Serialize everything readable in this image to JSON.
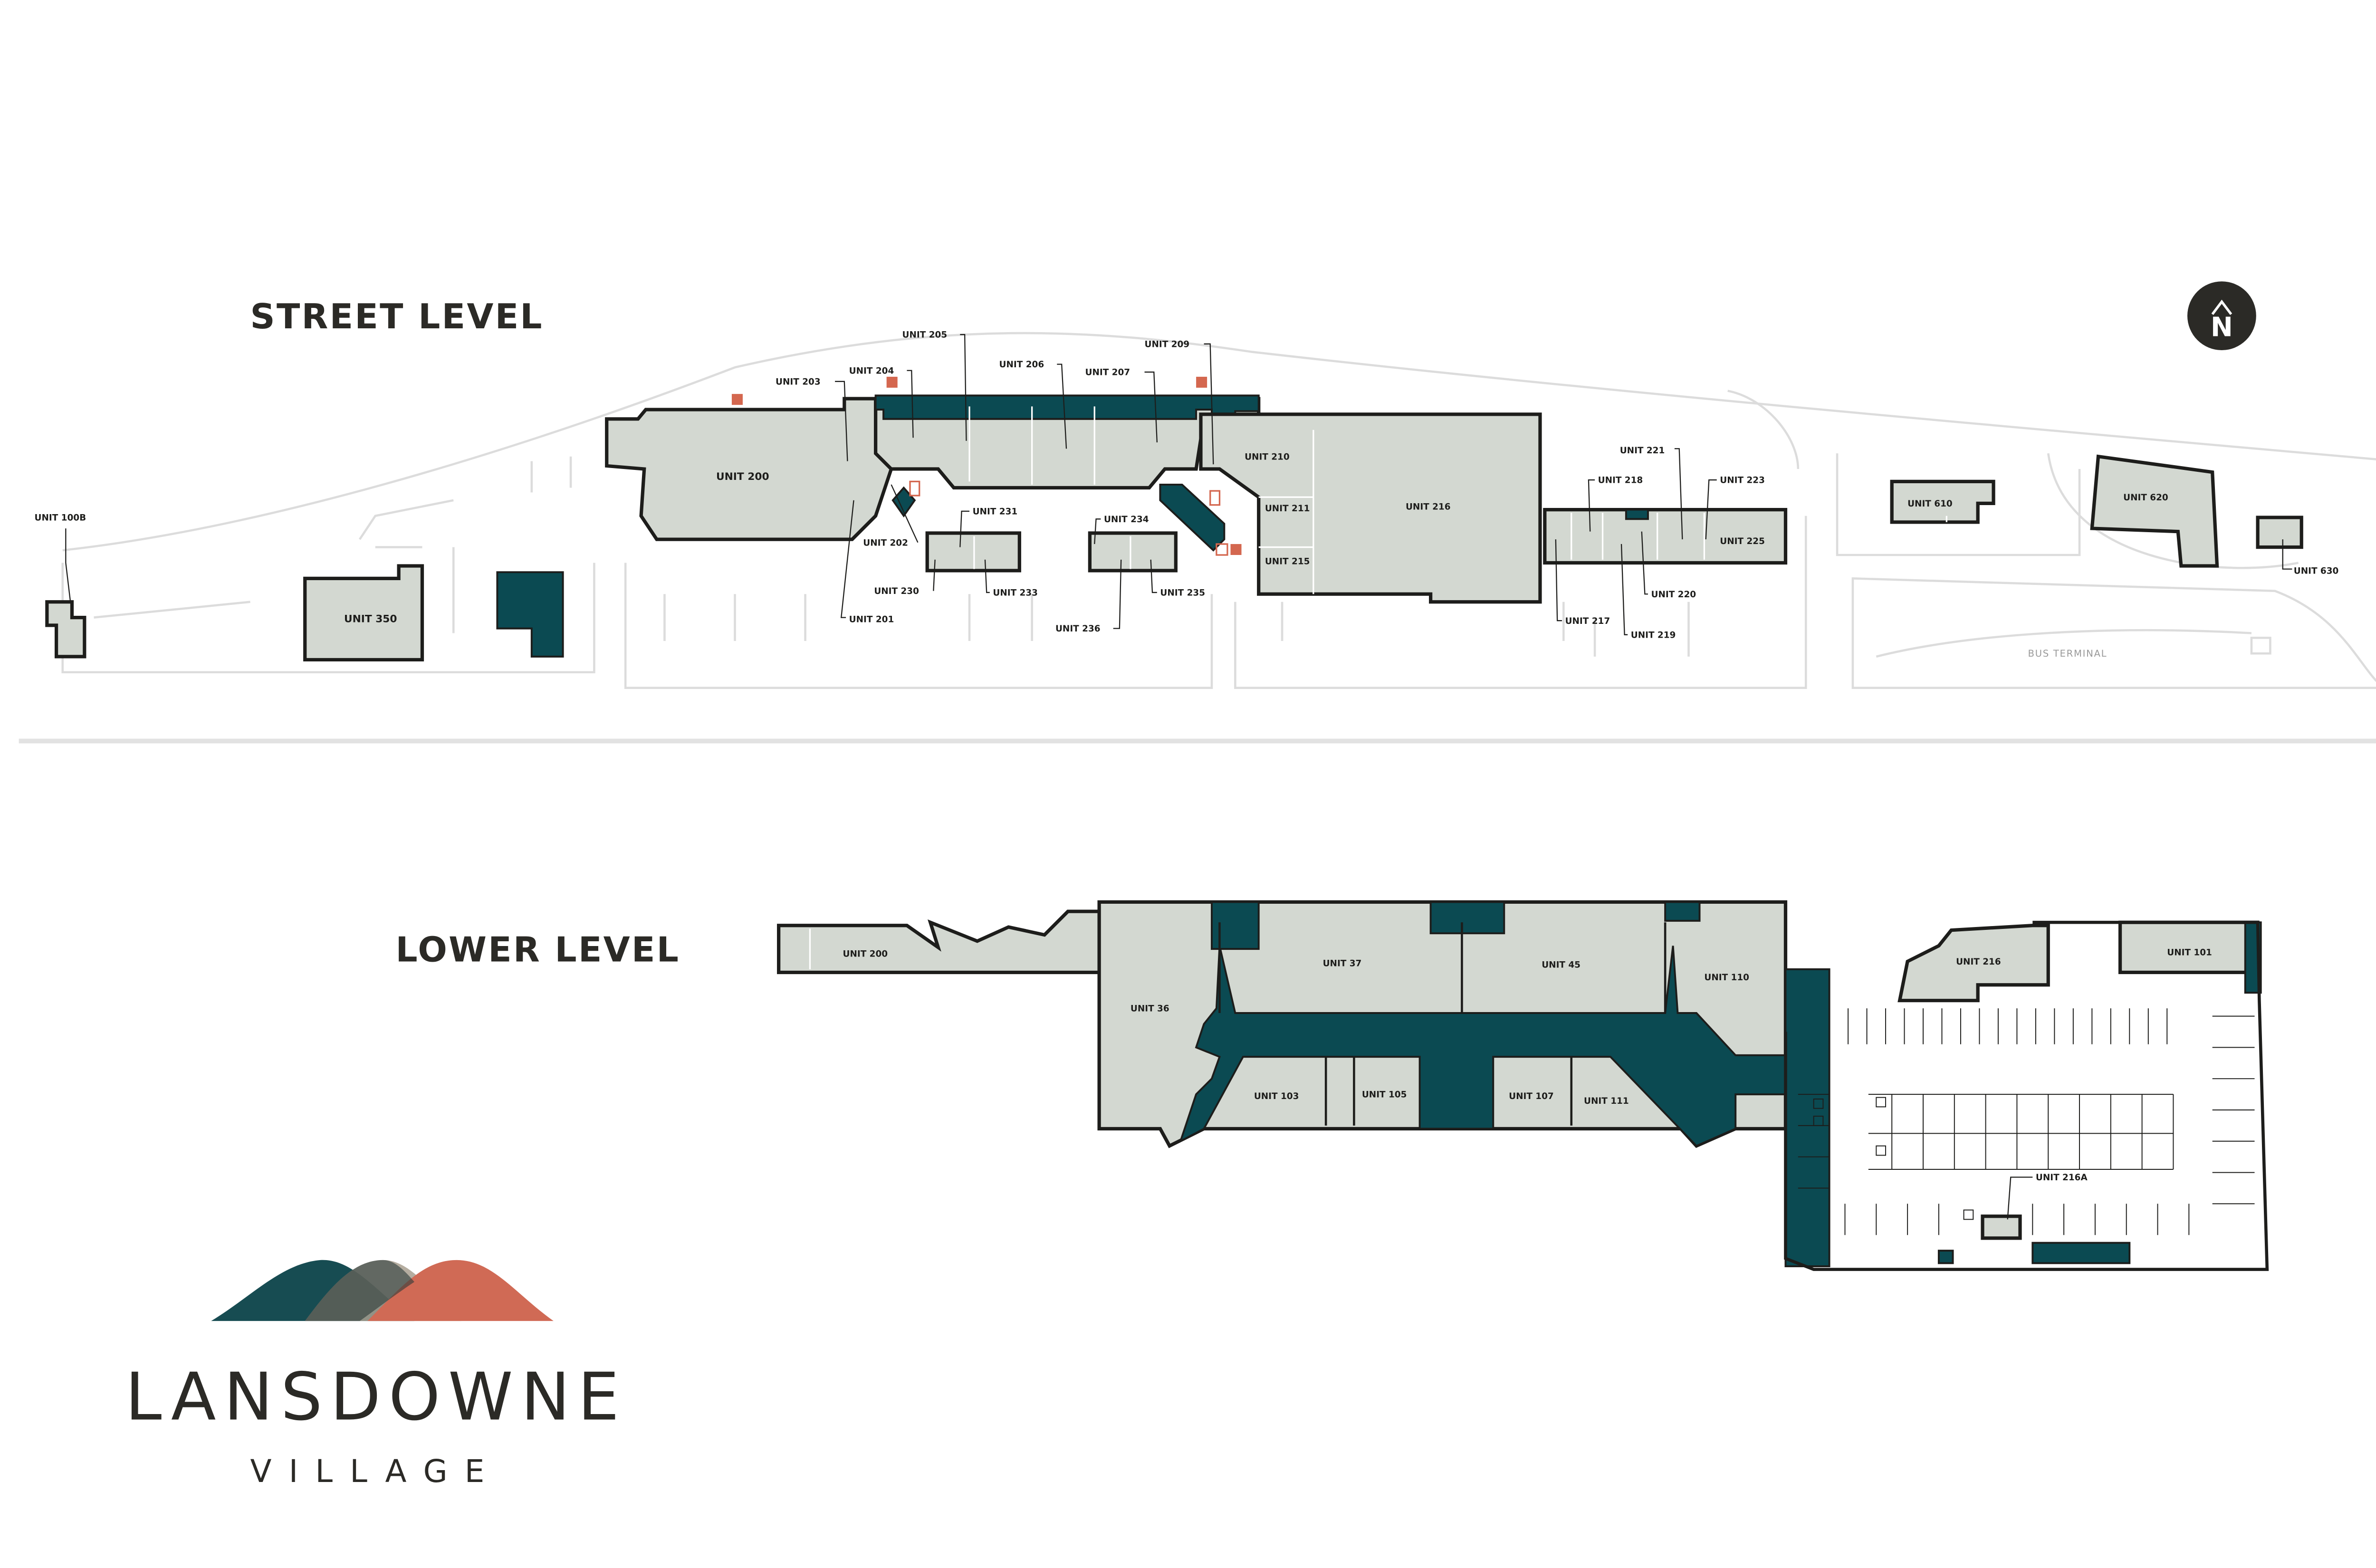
{
  "street_level": {
    "title": "STREET LEVEL",
    "north_label": "N",
    "bus_terminal": "BUS TERMINAL",
    "units": [
      "UNIT 100B",
      "UNIT 350",
      "UNIT 200",
      "UNIT 203",
      "UNIT 204",
      "UNIT 205",
      "UNIT 206",
      "UNIT 207",
      "UNIT 209",
      "UNIT 202",
      "UNIT 201",
      "UNIT 231",
      "UNIT 230",
      "UNIT 233",
      "UNIT 234",
      "UNIT 235",
      "UNIT 236",
      "UNIT 210",
      "UNIT 211",
      "UNIT 215",
      "UNIT 216",
      "UNIT 221",
      "UNIT 218",
      "UNIT 223",
      "UNIT 225",
      "UNIT 220",
      "UNIT 217",
      "UNIT 219",
      "UNIT 610",
      "UNIT 620",
      "UNIT 630"
    ]
  },
  "lower_level": {
    "title": "LOWER LEVEL",
    "units": [
      "UNIT 200",
      "UNIT 36",
      "UNIT 37",
      "UNIT 45",
      "UNIT 110",
      "UNIT 103",
      "UNIT 105",
      "UNIT 107",
      "UNIT 111",
      "UNIT 216",
      "UNIT 101",
      "UNIT 216A"
    ]
  },
  "logo": {
    "line1": "LANSDOWNE",
    "line2": "VILLAGE"
  },
  "colors": {
    "unit_fill": "#d3d8d1",
    "common_area": "#0b4a52",
    "icon_accent": "#d4674f",
    "logo_teal": "#174c52",
    "logo_tan": "#a89f8f",
    "logo_orange": "#d06a55"
  },
  "icons": [
    "north-arrow-icon",
    "fire-exit-icon",
    "elevator-icon",
    "accessible-parking-icon"
  ]
}
